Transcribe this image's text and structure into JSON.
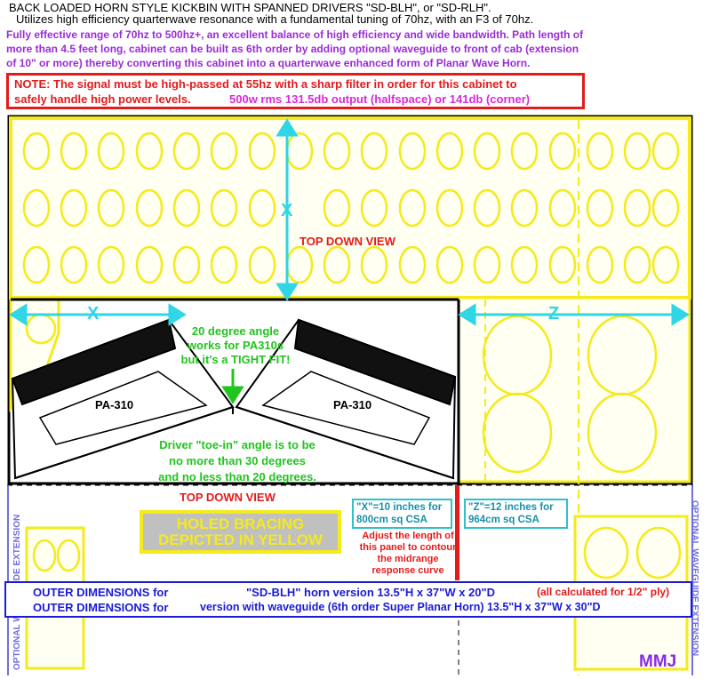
{
  "header": {
    "title": "BACK LOADED HORN STYLE KICKBIN WITH SPANNED DRIVERS  \"SD-BLH\", or \"SD-RLH\".",
    "subtitle": "Utilizes high efficiency quarterwave resonance with a fundamental tuning of 70hz, with an F3 of 70hz.",
    "description_lines": [
      "Fully effective range of 70hz to 500hz+, an excellent balance of high efficiency and wide bandwidth.  Path length of",
      "more than 4.5 feet long, cabinet can be built as 6th order by adding optional waveguide to front of cab (extension",
      "of 10\" or more) thereby converting this cabinet into a quarterwave enhanced form of Planar Wave Horn."
    ]
  },
  "note": {
    "line1": "NOTE:   The signal must be high-passed at 55hz with a sharp filter in order for this cabinet to",
    "line2": "safely handle high power levels.",
    "power": "500w rms   131.5db output (halfspace) or 141db  (corner)"
  },
  "diagram": {
    "top_view_label_1": "TOP DOWN VIEW",
    "top_view_label_2": "TOP DOWN VIEW",
    "x_label_vertical": "X",
    "x_label_horizontal": "X",
    "z_label": "Z",
    "driver_left": "PA-310",
    "driver_right": "PA-310",
    "angle_note": [
      "20 degree angle",
      "works for PA310s",
      "but it's a TIGHT FIT!"
    ],
    "toe_in_note": [
      "Driver \"toe-in\" angle is to be",
      "no more than 30 degrees",
      "and no less than 20 degrees."
    ],
    "bracing_note": [
      "HOLED BRACING",
      "DEPICTED IN YELLOW"
    ],
    "x_csa": [
      "\"X\"=10 inches for",
      "800cm sq CSA"
    ],
    "z_csa": [
      "\"Z\"=12 inches for",
      "964cm sq CSA"
    ],
    "adjust_note": [
      "Adjust the length of",
      "this panel to contour",
      "the midrange",
      "response curve"
    ],
    "waveguide_left": "OPTIONAL WAVEGUIDE EXTENSION",
    "waveguide_right": "OPTIONAL WAVEGUIDE EXTENSION",
    "colors": {
      "bracing": "#f5ea1a",
      "arrow": "#2fd6e6",
      "note": "#e21b1b",
      "outer": "#1b1bd6"
    }
  },
  "dimensions": {
    "row1_label": "OUTER DIMENSIONS for",
    "row1_value": "\"SD-BLH\" horn version   13.5\"H x 37\"W x 20\"D",
    "row1_note": "(all calculated for 1/2\" ply)",
    "row2_label": "OUTER DIMENSIONS for",
    "row2_value": "version with waveguide (6th order Super Planar Horn) 13.5\"H x 37\"W x 30\"D"
  },
  "signature": "MMJ"
}
